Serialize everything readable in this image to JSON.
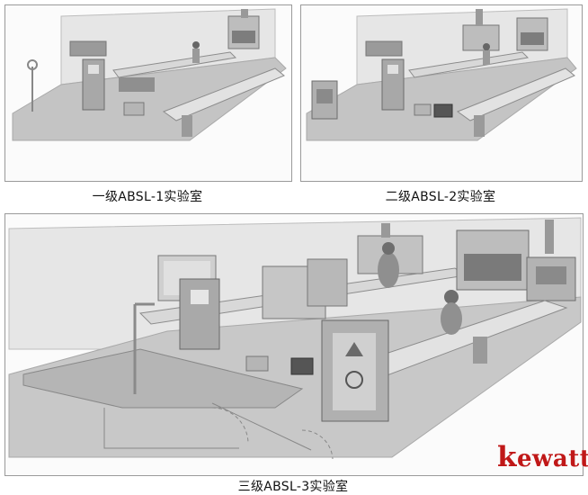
{
  "figure": {
    "panels": [
      {
        "caption": "一级ABSL-1实验室"
      },
      {
        "caption": "二级ABSL-2实验室"
      },
      {
        "caption": "三级ABSL-3实验室"
      }
    ],
    "watermark": {
      "first_letter": "k",
      "rest": "ewatt"
    },
    "colors": {
      "wall": "#e4e4e4",
      "floor": "#bdbdbd",
      "equipment": "#9a9a9a",
      "brand": "#c01818"
    }
  }
}
